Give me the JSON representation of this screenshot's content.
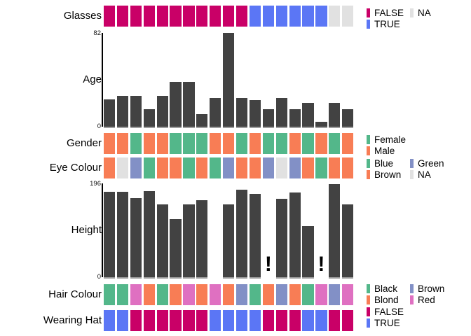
{
  "figure": {
    "background": "#FFFFFF",
    "bar_color": "#424242",
    "baseline_tick_color": "#9E9E9E",
    "columns": 19
  },
  "chart_data": [
    {
      "id": "glasses",
      "type": "heatmap",
      "title": "Glasses",
      "categories": [
        "FALSE",
        "TRUE",
        "NA"
      ],
      "values": [
        "FALSE",
        "FALSE",
        "FALSE",
        "FALSE",
        "FALSE",
        "FALSE",
        "FALSE",
        "FALSE",
        "FALSE",
        "FALSE",
        "FALSE",
        "TRUE",
        "TRUE",
        "TRUE",
        "TRUE",
        "TRUE",
        "TRUE",
        "NA",
        "NA"
      ],
      "colors": {
        "FALSE": "#C90067",
        "TRUE": "#5B76F5",
        "NA": "#E1E1E1"
      }
    },
    {
      "id": "age",
      "type": "bar",
      "title": "Age",
      "ylim": [
        0,
        82
      ],
      "y_axis_labels": {
        "top": "82",
        "bottom": "0"
      },
      "values": [
        24,
        27,
        27,
        15,
        27,
        39,
        39,
        11,
        25,
        82,
        25,
        23,
        15,
        25,
        15,
        21,
        4,
        21,
        15
      ],
      "bar_color": "#424242"
    },
    {
      "id": "gender",
      "type": "heatmap",
      "title": "Gender",
      "categories": [
        "Female",
        "Male"
      ],
      "values": [
        "Male",
        "Male",
        "Female",
        "Male",
        "Male",
        "Female",
        "Female",
        "Female",
        "Male",
        "Male",
        "Female",
        "Male",
        "Female",
        "Female",
        "Male",
        "Female",
        "Male",
        "Female",
        "Male"
      ],
      "colors": {
        "Female": "#53B78A",
        "Male": "#F87D55"
      }
    },
    {
      "id": "eye_colour",
      "type": "heatmap",
      "title": "Eye Colour",
      "categories": [
        "Blue",
        "Brown",
        "Green",
        "NA"
      ],
      "values": [
        "Brown",
        "NA",
        "Green",
        "Blue",
        "Brown",
        "Brown",
        "Blue",
        "Brown",
        "Blue",
        "Green",
        "Brown",
        "Brown",
        "Green",
        "NA",
        "Green",
        "Brown",
        "Blue",
        "Brown",
        "Brown"
      ],
      "colors": {
        "Blue": "#53B78A",
        "Brown": "#F87D55",
        "Green": "#8290C6",
        "NA": "#E1E1E1"
      }
    },
    {
      "id": "height",
      "type": "bar",
      "title": "Height",
      "ylim": [
        0,
        196
      ],
      "y_axis_labels": {
        "top": "196",
        "bottom": "0"
      },
      "values": [
        180,
        180,
        166,
        181,
        154,
        123,
        153,
        162,
        null,
        153,
        184,
        175,
        null,
        165,
        179,
        107,
        null,
        196,
        154
      ],
      "missing_marks": {
        "9": "",
        "13": "!",
        "17": "!"
      },
      "bar_color": "#424242"
    },
    {
      "id": "hair_colour",
      "type": "heatmap",
      "title": "Hair Colour",
      "categories": [
        "Black",
        "Blond",
        "Brown",
        "Red"
      ],
      "values": [
        "Black",
        "Black",
        "Red",
        "Blond",
        "Black",
        "Blond",
        "Red",
        "Blond",
        "Red",
        "Blond",
        "Brown",
        "Black",
        "Blond",
        "Brown",
        "Blond",
        "Black",
        "Red",
        "Brown",
        "Red"
      ],
      "colors": {
        "Black": "#53B78A",
        "Blond": "#F87D55",
        "Brown": "#8290C6",
        "Red": "#DF70C1"
      }
    },
    {
      "id": "wearing_hat",
      "type": "heatmap",
      "title": "Wearing Hat",
      "categories": [
        "FALSE",
        "TRUE"
      ],
      "values": [
        "TRUE",
        "TRUE",
        "FALSE",
        "FALSE",
        "FALSE",
        "FALSE",
        "FALSE",
        "FALSE",
        "TRUE",
        "TRUE",
        "TRUE",
        "TRUE",
        "FALSE",
        "FALSE",
        "FALSE",
        "TRUE",
        "TRUE",
        "FALSE",
        "FALSE"
      ],
      "colors": {
        "FALSE": "#C90067",
        "TRUE": "#5B76F5"
      }
    }
  ],
  "legends": [
    {
      "panel": "glasses",
      "items": [
        {
          "label": "FALSE",
          "color": "#C90067",
          "row": 0,
          "col": 0
        },
        {
          "label": "NA",
          "color": "#E1E1E1",
          "row": 0,
          "col": 1
        },
        {
          "label": "TRUE",
          "color": "#5B76F5",
          "row": 1,
          "col": 0
        }
      ]
    },
    {
      "panel": "gender",
      "items": [
        {
          "label": "Female",
          "color": "#53B78A",
          "row": 0,
          "col": 0
        },
        {
          "label": "Male",
          "color": "#F87D55",
          "row": 1,
          "col": 0
        }
      ]
    },
    {
      "panel": "eye_colour",
      "items": [
        {
          "label": "Blue",
          "color": "#53B78A",
          "row": 0,
          "col": 0
        },
        {
          "label": "Green",
          "color": "#8290C6",
          "row": 0,
          "col": 1
        },
        {
          "label": "Brown",
          "color": "#F87D55",
          "row": 1,
          "col": 0
        },
        {
          "label": "NA",
          "color": "#E1E1E1",
          "row": 1,
          "col": 1
        }
      ]
    },
    {
      "panel": "hair_colour",
      "items": [
        {
          "label": "Black",
          "color": "#53B78A",
          "row": 0,
          "col": 0
        },
        {
          "label": "Brown",
          "color": "#8290C6",
          "row": 0,
          "col": 1
        },
        {
          "label": "Blond",
          "color": "#F87D55",
          "row": 1,
          "col": 0
        },
        {
          "label": "Red",
          "color": "#DF70C1",
          "row": 1,
          "col": 1
        }
      ]
    },
    {
      "panel": "wearing_hat",
      "items": [
        {
          "label": "FALSE",
          "color": "#C90067",
          "row": 0,
          "col": 0
        },
        {
          "label": "TRUE",
          "color": "#5B76F5",
          "row": 1,
          "col": 0
        }
      ]
    }
  ]
}
